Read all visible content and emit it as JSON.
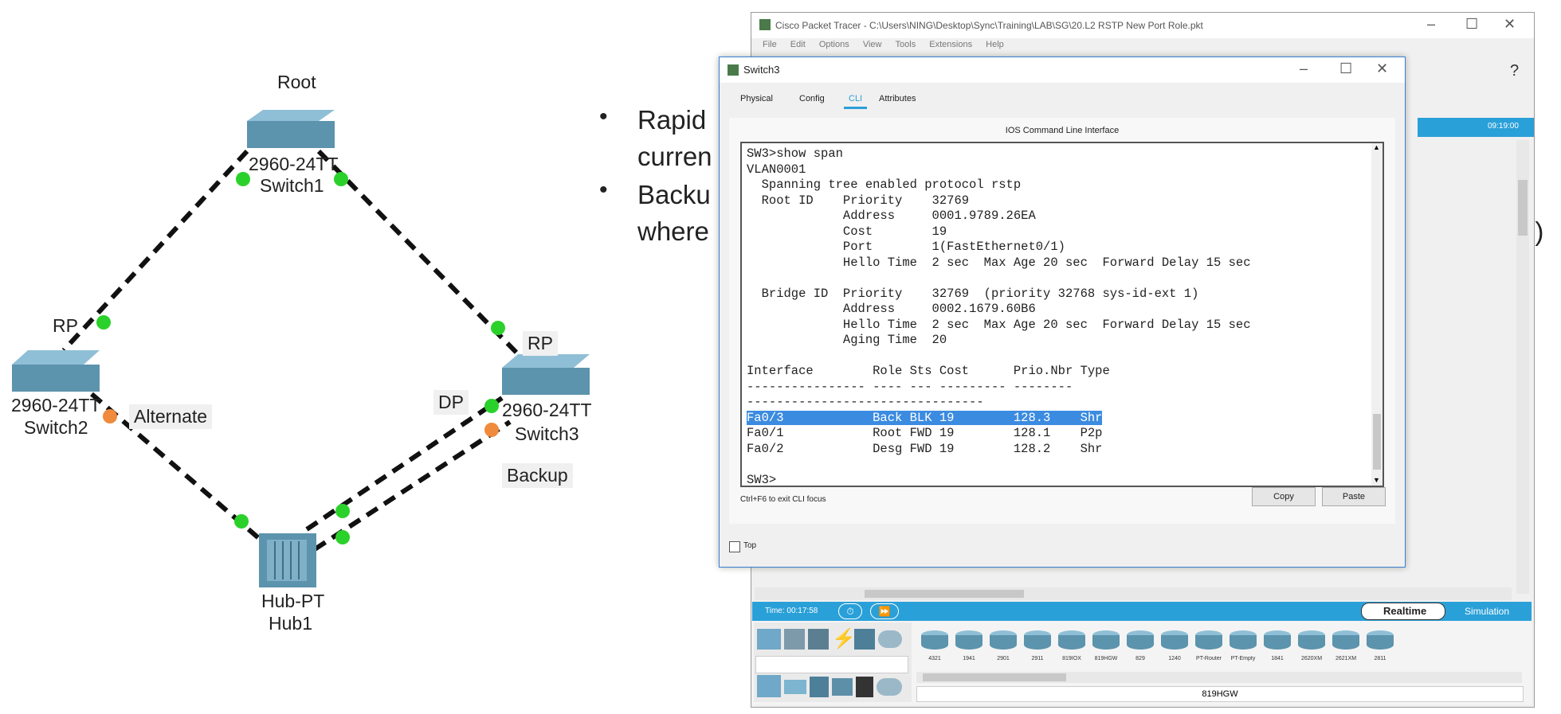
{
  "topology": {
    "root_label": "Root",
    "switch1": {
      "model": "2960-24TT",
      "name": "Switch1"
    },
    "switch2": {
      "model": "2960-24TT",
      "name": "Switch2",
      "port_role": "RP",
      "alt_label": "Alternate"
    },
    "switch3": {
      "model": "2960-24TT",
      "name": "Switch3",
      "port_role": "RP",
      "dp_label": "DP",
      "backup_label": "Backup"
    },
    "hub": {
      "model": "Hub-PT",
      "name": "Hub1"
    },
    "colors": {
      "link_up": "#2bd12b",
      "link_blocked": "#f08a3c",
      "switch_body": "#5c93ad"
    }
  },
  "slide": {
    "bullets": [
      {
        "lines": [
          "Rapid",
          "curren"
        ]
      },
      {
        "lines": [
          "Backu",
          "where"
        ]
      }
    ],
    "trailing_fragment": "p)"
  },
  "pt_window": {
    "title": "Cisco Packet Tracer - C:\\Users\\NING\\Desktop\\Sync\\Training\\LAB\\SG\\20.L2 RSTP New Port Role.pkt",
    "menu": [
      "File",
      "Edit",
      "Options",
      "View",
      "Tools",
      "Extensions",
      "Help"
    ],
    "help_glyph": "?",
    "clock": "09:19:00",
    "time_label": "Time: 00:17:58",
    "realtime_label": "Realtime",
    "simulation_label": "Simulation",
    "device_labels": [
      "4321",
      "1941",
      "2901",
      "2911",
      "819IOX",
      "819HGW",
      "829",
      "1240",
      "PT-Router",
      "PT-Empty",
      "1841",
      "2620XM",
      "2621XM",
      "2811"
    ],
    "selected_device": "819HGW",
    "accent": "#2aa0d8"
  },
  "dialog": {
    "title": "Switch3",
    "tabs": [
      "Physical",
      "Config",
      "CLI",
      "Attributes"
    ],
    "active_tab": "CLI",
    "cli_heading": "IOS Command Line Interface",
    "cli_lines": [
      "SW3>show span",
      "VLAN0001",
      "  Spanning tree enabled protocol rstp",
      "  Root ID    Priority    32769",
      "             Address     0001.9789.26EA",
      "             Cost        19",
      "             Port        1(FastEthernet0/1)",
      "             Hello Time  2 sec  Max Age 20 sec  Forward Delay 15 sec",
      "",
      "  Bridge ID  Priority    32769  (priority 32768 sys-id-ext 1)",
      "             Address     0002.1679.60B6",
      "             Hello Time  2 sec  Max Age 20 sec  Forward Delay 15 sec",
      "             Aging Time  20",
      "",
      "Interface        Role Sts Cost      Prio.Nbr Type",
      "---------------- ---- --- --------- --------",
      "--------------------------------",
      "Fa0/3            Back BLK 19        128.3    Shr",
      "Fa0/1            Root FWD 19        128.1    P2p",
      "Fa0/2            Desg FWD 19        128.2    Shr",
      "",
      "SW3>"
    ],
    "highlighted_line_index": 17,
    "cli_hint": "Ctrl+F6 to exit CLI focus",
    "copy_label": "Copy",
    "paste_label": "Paste",
    "top_checkbox_label": "Top"
  }
}
